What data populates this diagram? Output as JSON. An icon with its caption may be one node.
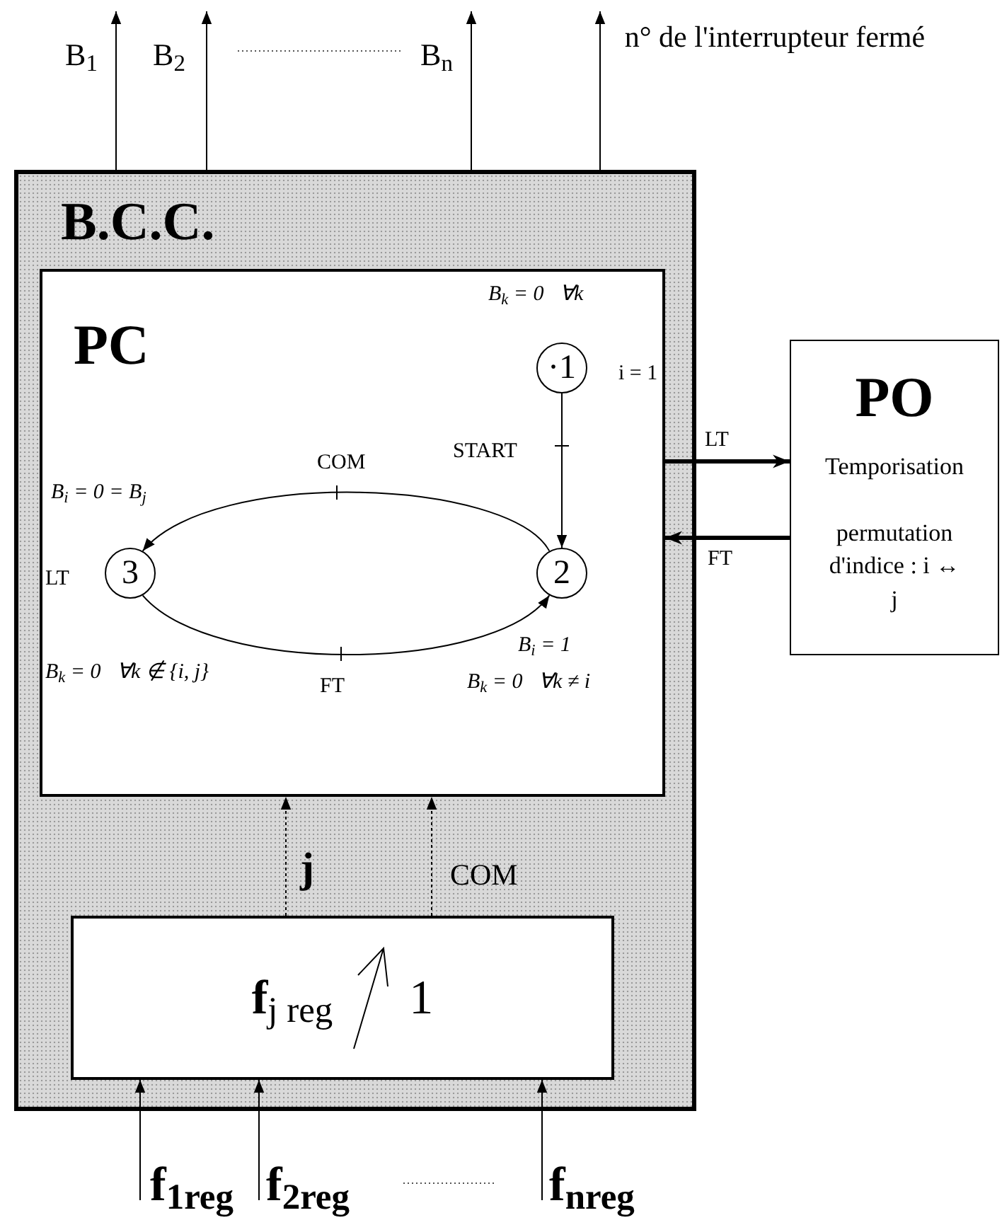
{
  "diagram": {
    "nodes": [
      {
        "text": [
          "B.C.C."
        ]
      },
      {
        "text": [
          "PC"
        ],
        "in": 0
      },
      {
        "text": [
          "·1"
        ],
        "in": 1,
        "beside": [
          "B$_{k}$ = 0   ∀k",
          "i = 1"
        ]
      },
      {
        "text": [
          "2"
        ],
        "in": 1,
        "beside": [
          "B$_{i}$ = 1",
          "B$_{k}$ = 0   ∀k ≠ i"
        ]
      },
      {
        "text": [
          "3"
        ],
        "in": 1,
        "beside": [
          "B$_{i}$ = 0 = B$_{j}$",
          "LT",
          "B$_{k}$ = 0   ∀k ∉ {i, j}"
        ]
      },
      {
        "text": [
          "**f**$_{j  reg}$",
          "1"
        ],
        "in": 0
      },
      {
        "text": [
          "PO",
          "Temporisation",
          "permutation d'indice : i ↔ j"
        ]
      }
    ],
    "edges": [
      {
        "from": 0,
        "to": null,
        "arrow": "to",
        "label": "B$_{1}$"
      },
      {
        "from": 0,
        "to": null,
        "arrow": "to",
        "label": "B$_{2}$"
      },
      {
        "from": 0,
        "to": null,
        "arrow": "to",
        "label": "B$_{n}$"
      },
      {
        "from": 0,
        "to": null,
        "arrow": "to",
        "label": "n° de l'interrupteur fermé"
      },
      {
        "from": 2,
        "to": 3,
        "arrow": "to",
        "label": "START"
      },
      {
        "from": 3,
        "to": 4,
        "arrow": "to",
        "label": "COM"
      },
      {
        "from": 4,
        "to": 3,
        "arrow": "to",
        "label": "FT"
      },
      {
        "from": 1,
        "to": 6,
        "arrow": "to",
        "label": "LT",
        "style": "thick"
      },
      {
        "from": 6,
        "to": 1,
        "arrow": "to",
        "label": "FT",
        "style": "thick"
      },
      {
        "from": 5,
        "to": 1,
        "arrow": "to",
        "label": "j",
        "style": "dashed"
      },
      {
        "from": 5,
        "to": 1,
        "arrow": "to",
        "label": "COM",
        "style": "dashed"
      },
      {
        "from": null,
        "to": 5,
        "arrow": "to",
        "label": "f$_{1reg}$"
      },
      {
        "from": null,
        "to": 5,
        "arrow": "to",
        "label": "f$_{2reg}$"
      },
      {
        "from": null,
        "to": 5,
        "arrow": "to",
        "label": "f$_{nreg}$"
      }
    ]
  }
}
